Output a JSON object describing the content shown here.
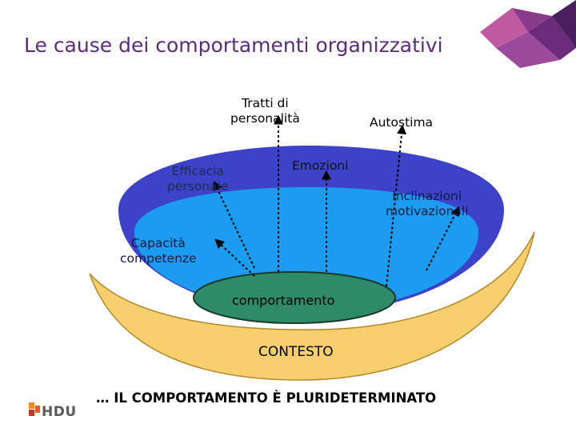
{
  "title": "Le cause dei comportamenti organizzativi",
  "labels": {
    "tratti": "Tratti di\npersonalità",
    "autostima": "Autostima",
    "efficacia": "Efficacia\npersonale",
    "emozioni": "Emozioni",
    "inclinazioni": "Inclinazioni\nmotivazionali",
    "capacita": "Capacità\ncompetenze",
    "comportamento": "comportamento",
    "contesto": "CONTESTO"
  },
  "footer": "… IL COMPORTAMENTO È PLURIDETERMINATO",
  "logo": "HDU",
  "colors": {
    "outer_bowl": "#3c43c8",
    "inner_bowl": "#1c9cf0",
    "behavior": "#2e8b6a",
    "context": "#f7cf6e",
    "title": "#5a2c7a",
    "corner_purple": "#8a3a8a",
    "logo_orange": "#f28c1e",
    "logo_red": "#c0392b"
  }
}
